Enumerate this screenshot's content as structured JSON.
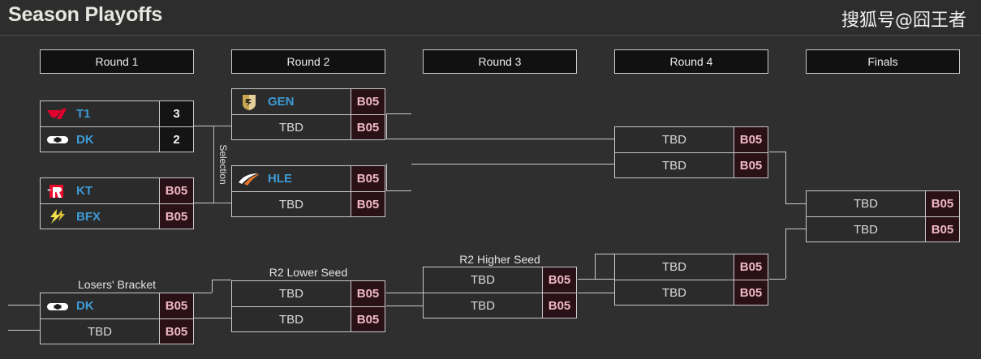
{
  "header": {
    "title": "Season Playoffs",
    "watermark": "搜狐号@囧王者"
  },
  "rounds": [
    {
      "key": "r1",
      "label": "Round 1"
    },
    {
      "key": "r2",
      "label": "Round 2"
    },
    {
      "key": "r3",
      "label": "Round 3"
    },
    {
      "key": "r4",
      "label": "Round 4"
    },
    {
      "key": "finals",
      "label": "Finals"
    }
  ],
  "captions": {
    "selection": "Selection",
    "losers_bracket": "Losers' Bracket",
    "r2_lower_seed": "R2 Lower Seed",
    "r2_higher_seed": "R2 Higher Seed"
  },
  "format_label": "B05",
  "matches": {
    "r1_m1": {
      "top": {
        "team": "T1",
        "logo": "t1-logo",
        "score": "3"
      },
      "bottom": {
        "team": "DK",
        "logo": "dk-logo",
        "score": "2"
      }
    },
    "r1_m2": {
      "top": {
        "team": "KT",
        "logo": "kt-logo",
        "score": "B05"
      },
      "bottom": {
        "team": "BFX",
        "logo": "bfx-logo",
        "score": "B05"
      }
    },
    "r2_m1": {
      "top": {
        "team": "GEN",
        "logo": "gen-logo",
        "score": "B05"
      },
      "bottom": {
        "team": "TBD",
        "logo": "",
        "score": "B05"
      }
    },
    "r2_m2": {
      "top": {
        "team": "HLE",
        "logo": "hle-logo",
        "score": "B05"
      },
      "bottom": {
        "team": "TBD",
        "logo": "",
        "score": "B05"
      }
    },
    "losers_m1": {
      "top": {
        "team": "DK",
        "logo": "dk-logo",
        "score": "B05"
      },
      "bottom": {
        "team": "TBD",
        "logo": "",
        "score": "B05"
      }
    },
    "r2_lower": {
      "top": {
        "team": "TBD",
        "logo": "",
        "score": "B05"
      },
      "bottom": {
        "team": "TBD",
        "logo": "",
        "score": "B05"
      }
    },
    "r2_higher": {
      "top": {
        "team": "TBD",
        "logo": "",
        "score": "B05"
      },
      "bottom": {
        "team": "TBD",
        "logo": "",
        "score": "B05"
      }
    },
    "r4_upper": {
      "top": {
        "team": "TBD",
        "logo": "",
        "score": "B05"
      },
      "bottom": {
        "team": "TBD",
        "logo": "",
        "score": "B05"
      }
    },
    "r4_lower": {
      "top": {
        "team": "TBD",
        "logo": "",
        "score": "B05"
      },
      "bottom": {
        "team": "TBD",
        "logo": "",
        "score": "B05"
      }
    },
    "finals_m": {
      "top": {
        "team": "TBD",
        "logo": "",
        "score": "B05"
      },
      "bottom": {
        "team": "TBD",
        "logo": "",
        "score": "B05"
      }
    }
  },
  "colors": {
    "background": "#2f2f2f",
    "box_border": "#c9c9c9",
    "box_fill": "#2b2b2b",
    "header_fill": "#111111",
    "team_blue": "#3d9bd6",
    "bo_text": "#f0b9c4",
    "bo_fill": "#2a1117",
    "connector": "#cccccc"
  }
}
